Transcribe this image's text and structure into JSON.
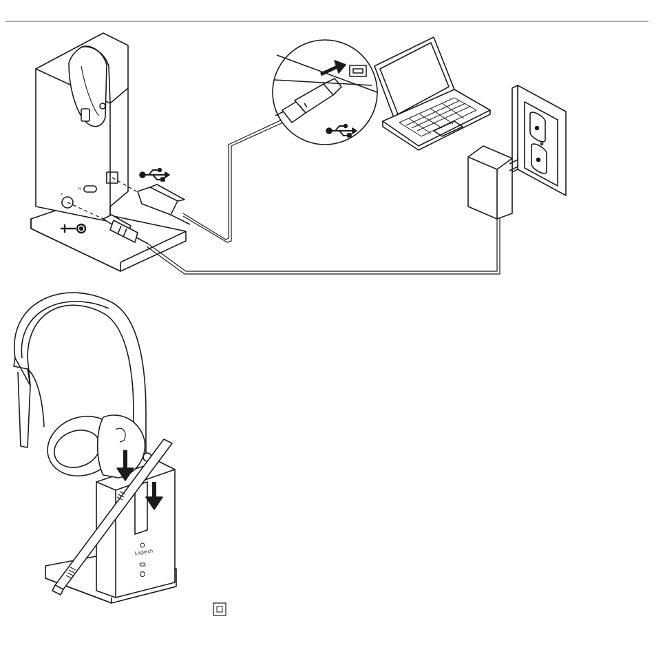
{
  "page": {
    "background": "#ffffff",
    "line_color": "#1a1a1a"
  },
  "connection_diagram": {
    "usb_symbol": "usb-icon",
    "power_symbol": "power-jack-icon",
    "devices": [
      "charging-base",
      "usb-cable",
      "usb-plug",
      "laptop",
      "power-adapter",
      "wall-outlet"
    ]
  },
  "headset_diagram": {
    "brand_text": "Logitech",
    "devices": [
      "headset",
      "boom-microphone",
      "charging-base"
    ],
    "arrows": 2
  },
  "footer": {
    "marker_icon": "square-marker-icon"
  }
}
